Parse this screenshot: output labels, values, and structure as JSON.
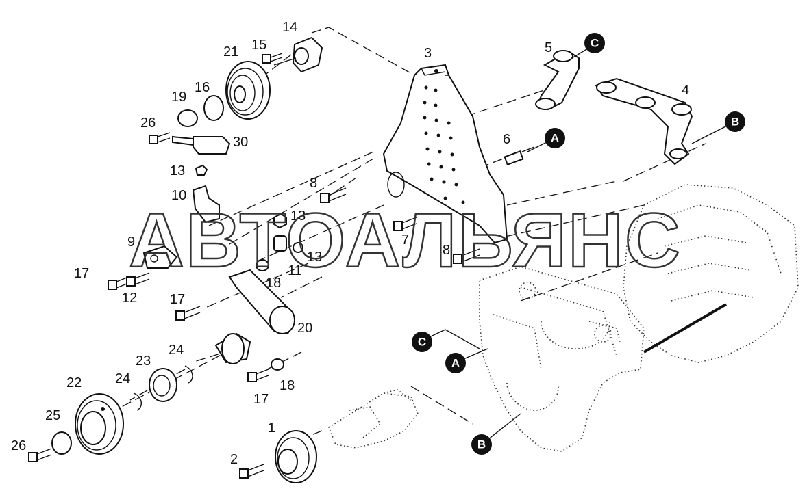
{
  "watermark": "АВТОАЛЬЯНС",
  "part_numbers": {
    "p1": "1",
    "p2": "2",
    "p3": "3",
    "p4": "4",
    "p5": "5",
    "p6": "6",
    "p7": "7",
    "p8a": "8",
    "p8b": "8",
    "p9": "9",
    "p10": "10",
    "p11": "11",
    "p12": "12",
    "p13a": "13",
    "p13b": "13",
    "p13c": "13",
    "p14": "14",
    "p15": "15",
    "p16": "16",
    "p17a": "17",
    "p17b": "17",
    "p17c": "17",
    "p18a": "18",
    "p18b": "18",
    "p19": "19",
    "p20": "20",
    "p21": "21",
    "p22": "22",
    "p23": "23",
    "p24a": "24",
    "p24b": "24",
    "p25": "25",
    "p26a": "26",
    "p26b": "26",
    "p30": "30"
  },
  "callouts": {
    "c_top": "C",
    "b_top": "B",
    "a_top": "A",
    "c_mid": "C",
    "a_mid": "A",
    "b_bottom": "B"
  }
}
